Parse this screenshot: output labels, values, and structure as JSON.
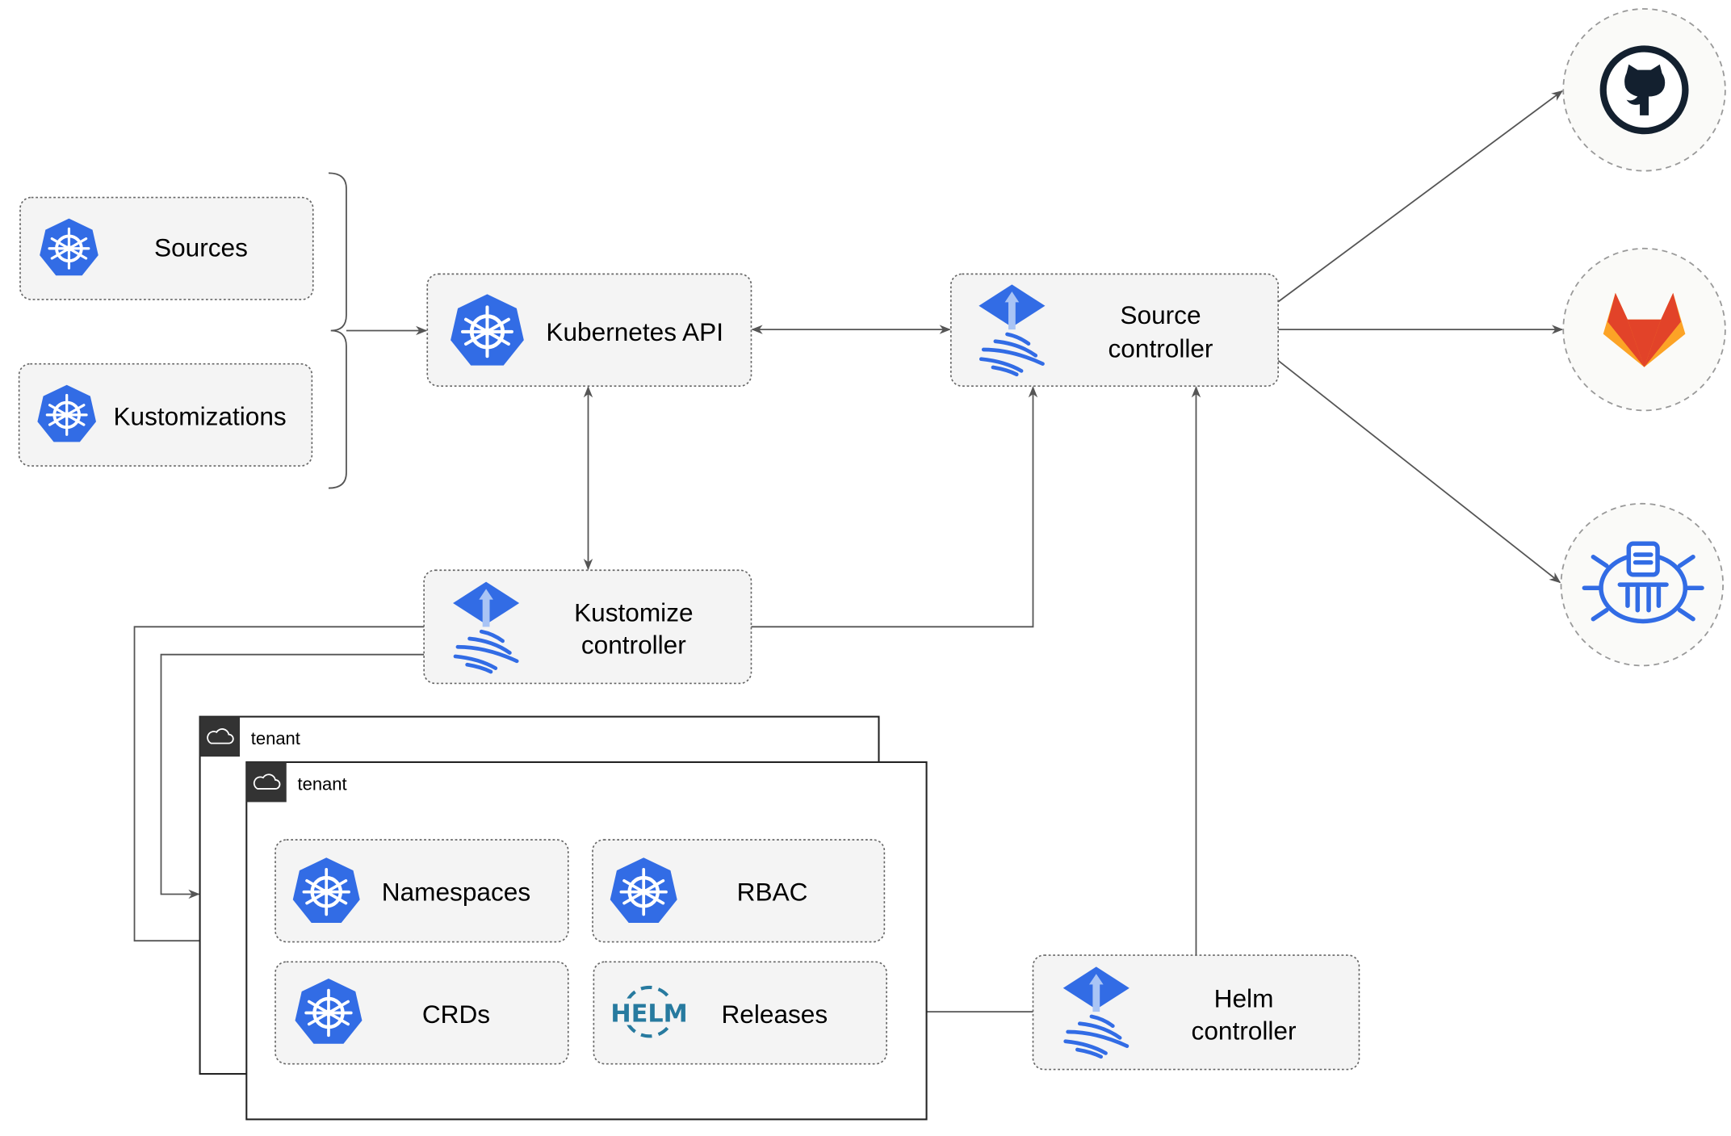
{
  "nodes": {
    "sources": "Sources",
    "kustomizations": "Kustomizations",
    "kubernetes_api": "Kubernetes API",
    "source_controller": [
      "Source",
      "controller"
    ],
    "kustomize_controller": [
      "Kustomize",
      "controller"
    ],
    "helm_controller": [
      "Helm",
      "controller"
    ],
    "namespaces": "Namespaces",
    "rbac": "RBAC",
    "crds": "CRDs",
    "releases": "Releases"
  },
  "tenants": [
    "tenant",
    "tenant"
  ],
  "helm_logo": "HELM",
  "external": [
    "github-icon",
    "gitlab-icon",
    "bucket-icon"
  ],
  "colors": {
    "k8s_blue": "#326ce5",
    "helm_blue": "#277a9f",
    "github": "#13202f",
    "gitlab_red": "#e24329",
    "gitlab_orange": "#fca326"
  }
}
